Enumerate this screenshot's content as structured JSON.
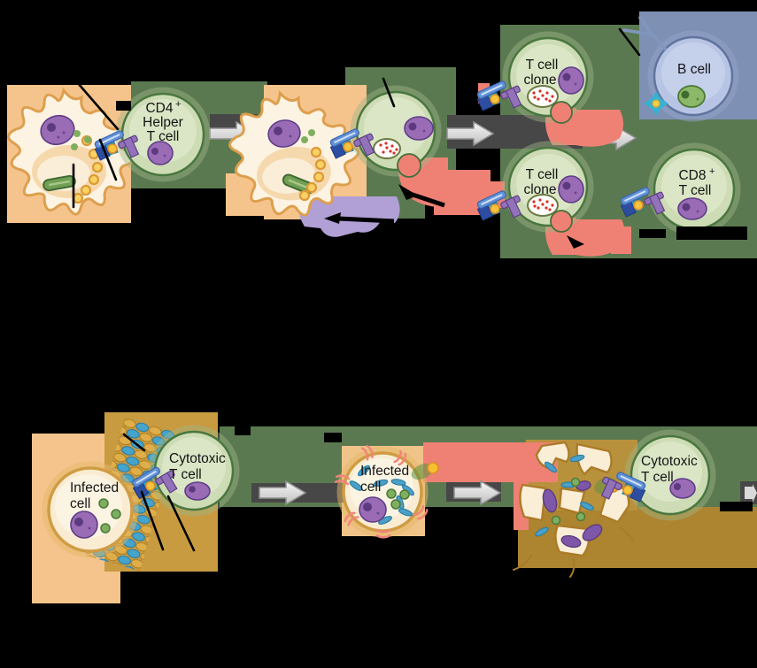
{
  "figure": {
    "title_hidden": "",
    "background_color": "#000000",
    "band_color_green": "#5b7950",
    "band_color_slate": "#7e90b3",
    "halo_orange": "#f5c48c",
    "halo_tan": "#b8913d",
    "tan_block": "#ad8430",
    "salmon": "#ef8174",
    "lavender": "#b1a0d6",
    "arrow_fill": "#e4e4e4",
    "arrow_band": "#474747",
    "cell_green_fill": "#cddcb4",
    "cell_green_stroke": "#49773f",
    "b_cell_fill": "#b7c4e4",
    "infected_fill": "#f9ecd2",
    "infected_stroke": "#cf9c44",
    "nucleus_purple": "#9a6cb5",
    "membrane_gold": "#dfae49",
    "membrane_blue": "#45a4cc"
  },
  "labels": {
    "cd4_helper": {
      "line1": "CD4",
      "sup": "+",
      "line2": "Helper",
      "line3": "T cell"
    },
    "t_cell_clone_top": {
      "line1": "T cell",
      "line2": "clone"
    },
    "t_cell_clone_bottom": {
      "line1": "T cell",
      "line2": "clone"
    },
    "b_cell": {
      "text": "B cell"
    },
    "cd8_t_cell": {
      "line1": "CD8",
      "sup": "+",
      "line2": "T cell"
    },
    "infected_cell_1": {
      "line1": "Infected",
      "line2": "cell"
    },
    "cytotoxic_t_cell_1": {
      "line1": "Cytotoxic",
      "line2": "T cell"
    },
    "infected_cell_2": {
      "line1": "Infected",
      "line2": "cell"
    },
    "cytotoxic_t_cell_2": {
      "line1": "Cytotoxic",
      "line2": "T cell"
    }
  }
}
